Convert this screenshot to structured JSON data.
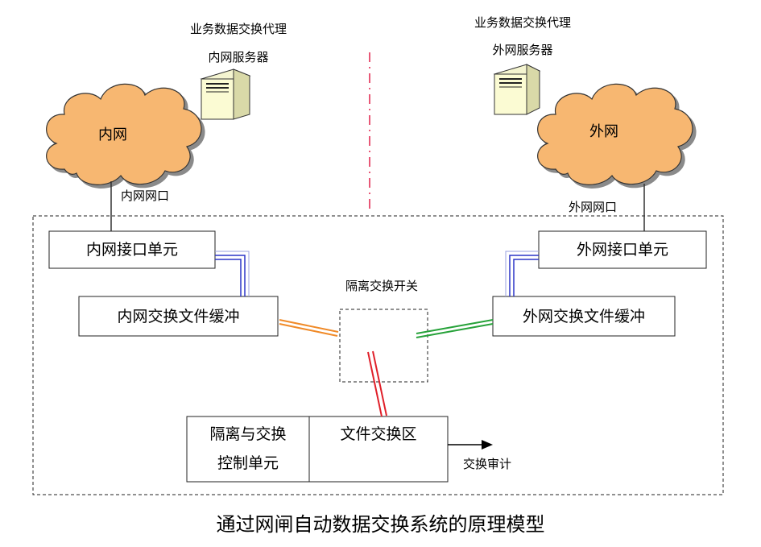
{
  "diagram": {
    "inner_server": {
      "line1": "业务数据交换代理",
      "line2": "内网服务器"
    },
    "outer_server": {
      "line1": "业务数据交换代理",
      "line2": "外网服务器"
    },
    "inner_cloud": "内网",
    "outer_cloud": "外网",
    "inner_port": "内网网口",
    "outer_port": "外网网口",
    "inner_interface": "内网接口单元",
    "outer_interface": "外网接口单元",
    "inner_buffer": "内网交换文件缓冲",
    "outer_buffer": "外网交换文件缓冲",
    "switch_label": "隔离交换开关",
    "control_unit": {
      "line1": "隔离与交换",
      "line2": "控制单元"
    },
    "file_exchange": "文件交换区",
    "audit": "交换审计",
    "caption": "通过网闸自动数据交换系统的原理模型",
    "colors": {
      "cloud": "#f7b771",
      "server": "#fbfbd3",
      "blue_link": "#2b35c7",
      "orange_link": "#f08a28",
      "green_link": "#27a23a",
      "red_link": "#e0202a",
      "divider": "#e0204a"
    }
  }
}
